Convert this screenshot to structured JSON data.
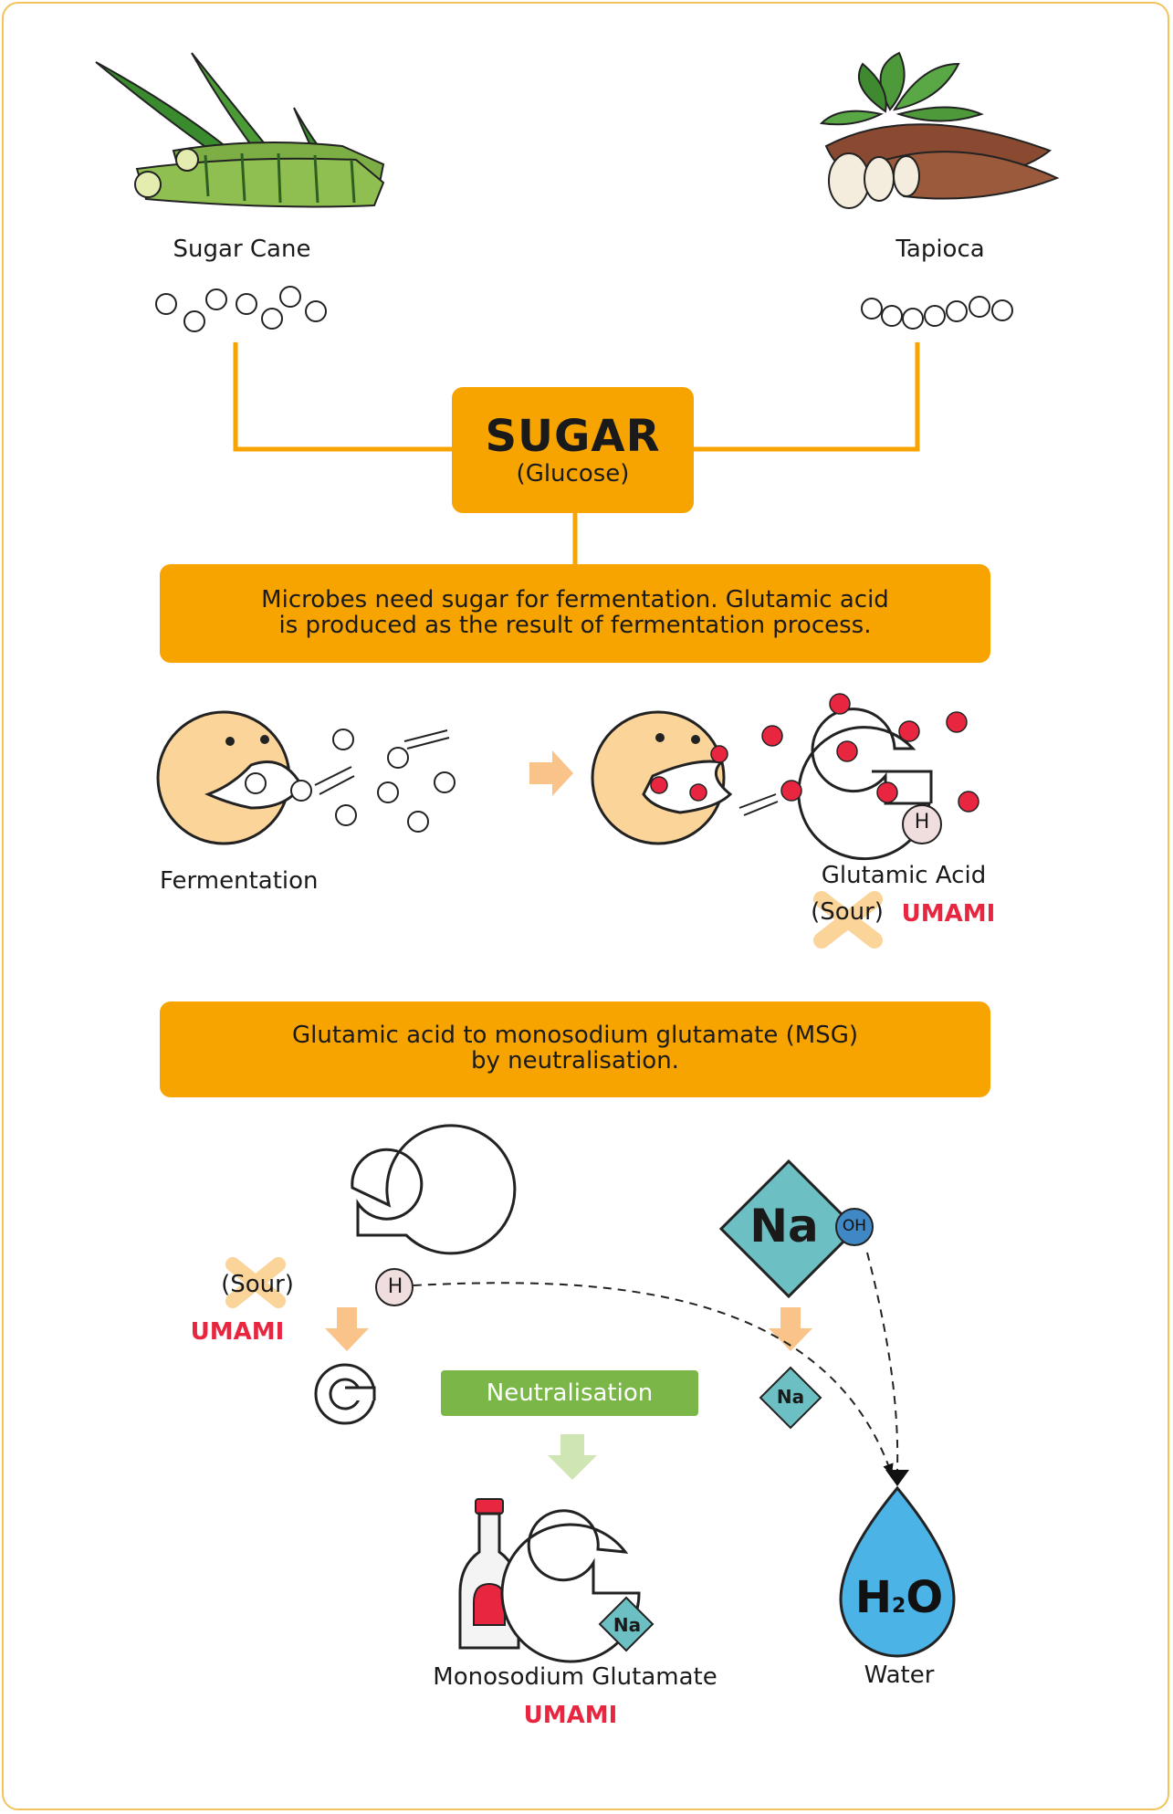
{
  "sources": {
    "left_label": "Sugar Cane",
    "right_label": "Tapioca"
  },
  "sugar_box": {
    "title": "SUGAR",
    "subtitle": "(Glucose)"
  },
  "step1": {
    "line1": "Microbes need sugar for fermentation. Glutamic acid",
    "line2": "is produced as the result of fermentation process."
  },
  "fermentation": {
    "label": "Fermentation",
    "product_label": "Glutamic Acid",
    "sour_label": "(Sour)",
    "umami_label": "UMAMI",
    "h_symbol": "H"
  },
  "step2": {
    "line1": "Glutamic acid to monosodium glutamate (MSG)",
    "line2": "by neutralisation."
  },
  "neutralisation": {
    "button_label": "Neutralisation",
    "sour_label": "(Sour)",
    "umami_label": "UMAMI",
    "h_symbol": "H",
    "na_symbol": "Na",
    "oh_symbol": "OH",
    "na_small_symbol": "Na",
    "msg_na_symbol": "Na",
    "water_h": "H",
    "water_sub": "2",
    "water_o": "O",
    "msg_label": "Monosodium Glutamate",
    "msg_umami": "UMAMI",
    "water_label": "Water"
  },
  "colors": {
    "orange": "#f7a300",
    "face": "#fbd49a",
    "red_molecule": "#e8263f",
    "teal": "#6cc0c4",
    "oh_blue": "#3f88c5",
    "green": "#7ab648",
    "water_blue": "#4bb3e6"
  }
}
